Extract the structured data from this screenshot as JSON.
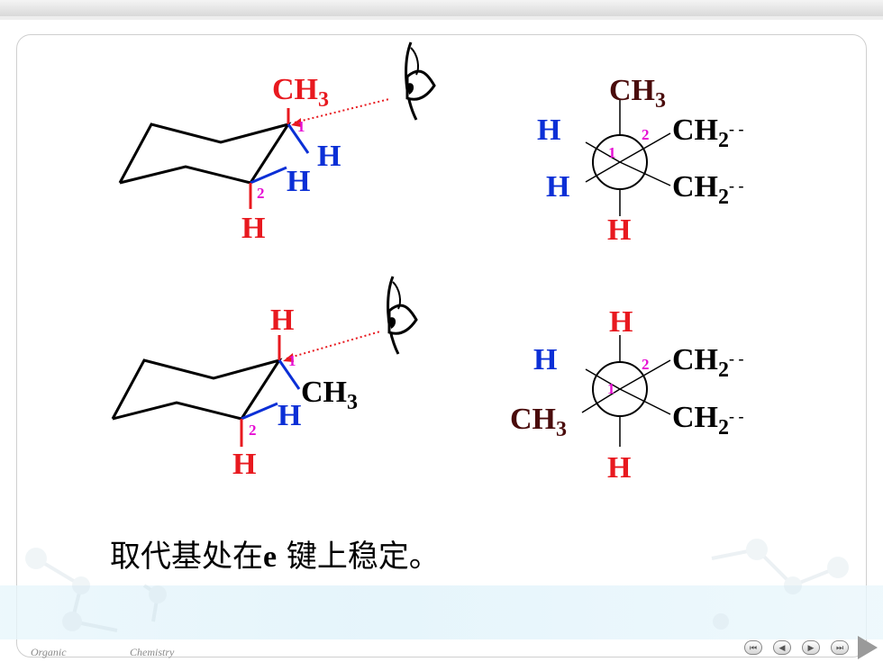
{
  "colors": {
    "red": "#e8191f",
    "blue": "#0b2fd6",
    "magenta": "#e60fd3",
    "dark": "#4a0c0c"
  },
  "top": {
    "chair": {
      "c1_sub": "CH3",
      "c1_sub_main": "CH",
      "c1_sub_idx": "3",
      "eq_h": "H",
      "c2_eq_h": "H",
      "c2_ax_h": "H",
      "num1": "1",
      "num2": "2"
    },
    "newman": {
      "top": "CH",
      "top_idx": "3",
      "front_left": "H",
      "back_left": "H",
      "bottom": "H",
      "back_right_upper": "CH",
      "back_right_upper_idx": "2",
      "back_right_lower": "CH",
      "back_right_lower_idx": "2",
      "num1": "1",
      "num2": "2",
      "dash": "- -"
    }
  },
  "bottom": {
    "chair": {
      "c1_ax_h": "H",
      "c1_sub_main": "CH",
      "c1_sub_idx": "3",
      "c2_eq_h": "H",
      "c2_ax_h": "H",
      "num1": "1",
      "num2": "2"
    },
    "newman": {
      "top": "H",
      "front_left": "H",
      "front_left_lower": "CH",
      "front_left_lower_idx": "3",
      "bottom": "H",
      "back_right_upper": "CH",
      "back_right_upper_idx": "2",
      "back_right_lower": "CH",
      "back_right_lower_idx": "2",
      "num1": "1",
      "num2": "2",
      "dash": "- -"
    }
  },
  "caption": {
    "before": "取代基处在",
    "bold_e": "e",
    "after": " 键上稳定。"
  },
  "footer": {
    "left": "Organic",
    "right": "Chemistry"
  },
  "nav": {
    "first": "⏮",
    "prev": "◀",
    "next": "▶",
    "last": "⏭"
  }
}
